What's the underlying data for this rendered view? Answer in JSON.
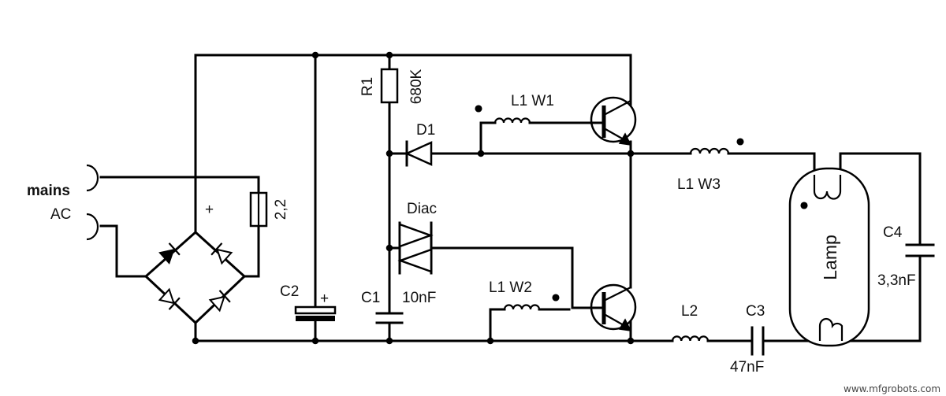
{
  "input": {
    "mains_label": "mains",
    "ac_label": "AC"
  },
  "fuse": {
    "value": "2,2"
  },
  "bridge": {
    "plus_label": "+"
  },
  "c2": {
    "name": "C2",
    "polarity": "+"
  },
  "r1": {
    "name": "R1",
    "value": "680K"
  },
  "d1": {
    "name": "D1"
  },
  "diac": {
    "name": "Diac"
  },
  "c1": {
    "name": "C1",
    "value": "10nF"
  },
  "l1w1": {
    "name": "L1 W1"
  },
  "l1w2": {
    "name": "L1 W2"
  },
  "l1w3": {
    "name": "L1 W3"
  },
  "l2": {
    "name": "L2"
  },
  "c3": {
    "name": "C3",
    "value": "47nF"
  },
  "c4": {
    "name": "C4",
    "value": "3,3nF"
  },
  "lamp": {
    "label": "Lamp"
  },
  "watermark": "www.mfgrobots.com"
}
